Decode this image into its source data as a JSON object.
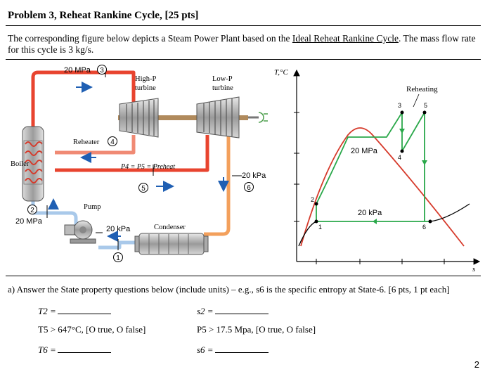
{
  "header": {
    "title": "Problem 3, Reheat Rankine Cycle, [25 pts]",
    "intro_prefix": "The corresponding figure below depicts a Steam Power Plant based on the ",
    "intro_link": "Ideal Reheat Rankine Cycle",
    "intro_suffix": ". The mass flow rate for this cycle is 3 kg/s."
  },
  "plant": {
    "p20_top": "20 MPa",
    "state3": "3",
    "hp_turbine": [
      "High-P",
      "turbine"
    ],
    "lp_turbine": [
      "Low-P",
      "turbine"
    ],
    "reheater": "Reheater",
    "state4": "4",
    "boiler": "Boiler",
    "reheat_eq": "P4 = P5 = Preheat",
    "state5": "5",
    "state6": "6",
    "p20k_turb": "20 kPa",
    "pump": "Pump",
    "state2": "2",
    "p20_pump": "20 MPa",
    "p20k_cond": "20 kPa",
    "condenser": "Condenser",
    "state1": "1"
  },
  "ts": {
    "yaxis": "T,°C",
    "xaxis": "s",
    "reheating": "Reheating",
    "p_high": "20 MPa",
    "p_low": "20 kPa",
    "pts": [
      "1",
      "2",
      "3",
      "4",
      "5",
      "6"
    ]
  },
  "question": {
    "a": "a)  Answer the State property questions below (include units) – e.g., s6 is the specific entropy at State-6. [6 pts, 1 pt each]",
    "t2": "T2 =",
    "s2": "s2 =",
    "t5": "T5 > 647°C, [O true, O false]",
    "p5": "P5 > 17.5 Mpa, [O true, O false]",
    "t6": "T6 =",
    "s6": "s6 ="
  },
  "page_number": "2"
}
